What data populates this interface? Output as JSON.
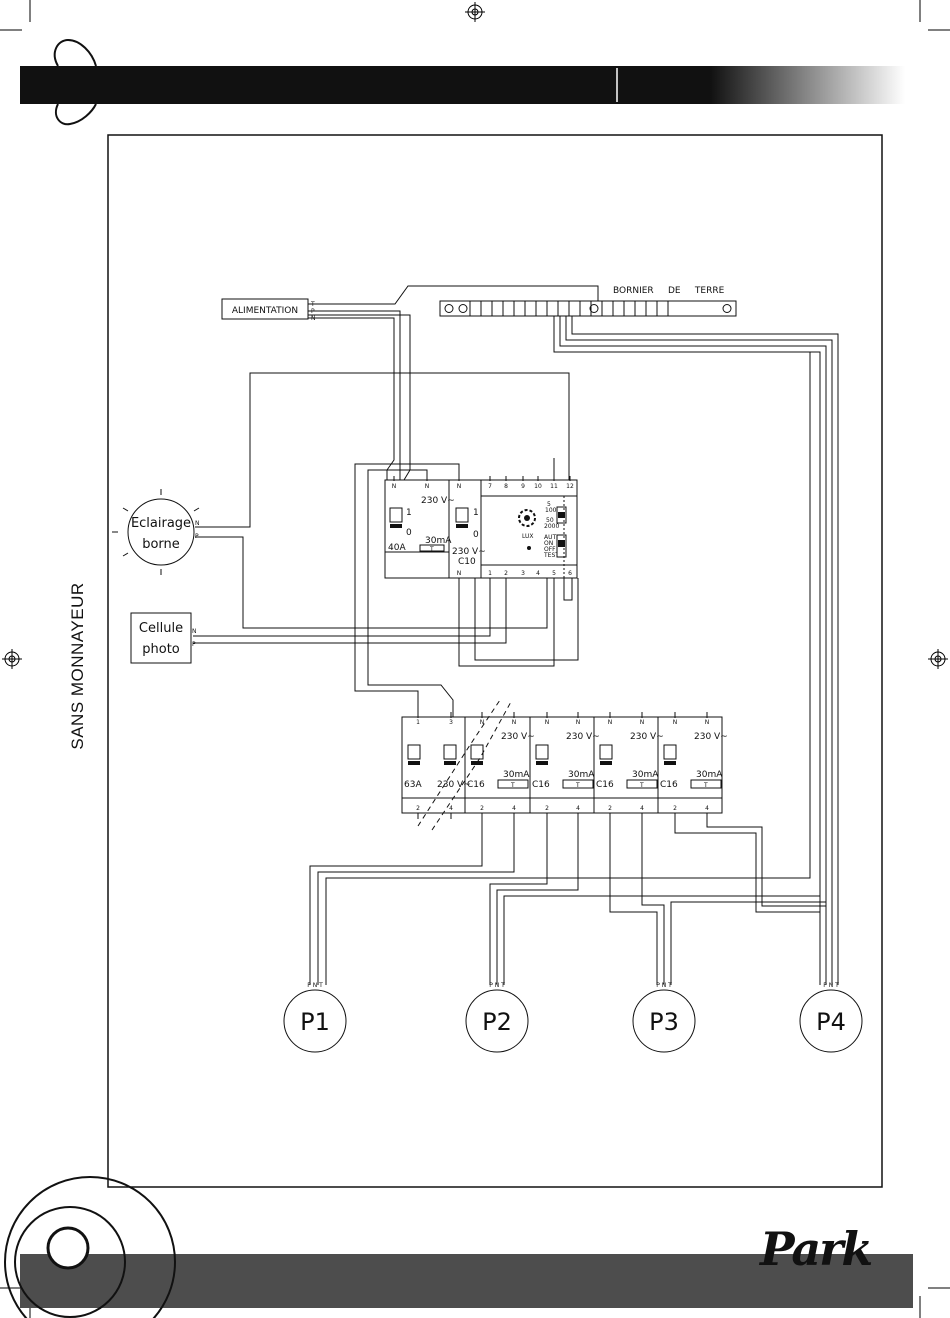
{
  "side_title": "SANS MONNAYEUR",
  "brand": "Park",
  "diagram": {
    "alimentation": {
      "label": "ALIMENTATION",
      "terminals": [
        "T",
        "P",
        "N"
      ]
    },
    "bornier": {
      "label": "BORNIER     DE     TERRE"
    },
    "eclairage": {
      "line1": "Eclairage",
      "line2": "borne",
      "terminals": [
        "N",
        "P"
      ]
    },
    "cellule": {
      "line1": "Cellule",
      "line2": "photo",
      "terminals": [
        "N",
        "P"
      ]
    },
    "upper_panel": {
      "top_terminals": [
        "N",
        "N",
        "N",
        "7",
        "8",
        "9",
        "10",
        "11",
        "12"
      ],
      "bottom_terminals": [
        "N",
        "1",
        "2",
        "3",
        "4",
        "5",
        "6"
      ],
      "main_voltage": "230 V~",
      "main_rating": "40A",
      "main_sens": "30mA",
      "main_test": "T",
      "breaker_voltage": "230 V~",
      "breaker_rating": "C10",
      "switch_on": "1",
      "switch_off": "0",
      "timer_label": "LUX",
      "timer_marks": [
        "5",
        "100",
        "50",
        "2000"
      ],
      "mode_marks": [
        "AUTO",
        "ON",
        "OFF",
        "TEST"
      ]
    },
    "lower_panel": {
      "top_terminals": [
        "1",
        "3",
        "N",
        "N",
        "N",
        "N",
        "N",
        "N",
        "N",
        "N"
      ],
      "bottom_terminals": [
        "2",
        "4",
        "2",
        "4",
        "2",
        "4",
        "2",
        "4",
        "2",
        "4"
      ],
      "main_rating": "63A",
      "main_voltage": "230 V~",
      "modules": [
        {
          "voltage": "230 V~",
          "rating": "C16",
          "sens": "30mA",
          "test": "T"
        },
        {
          "voltage": "230 V~",
          "rating": "C16",
          "sens": "30mA",
          "test": "T"
        },
        {
          "voltage": "230 V~",
          "rating": "C16",
          "sens": "30mA",
          "test": "T"
        },
        {
          "voltage": "230 V~",
          "rating": "C16",
          "sens": "30mA",
          "test": "T"
        }
      ]
    },
    "outputs": [
      {
        "label": "P1",
        "terminals": "P N T"
      },
      {
        "label": "P2",
        "terminals": "P N T"
      },
      {
        "label": "P3",
        "terminals": "P N T"
      },
      {
        "label": "P4",
        "terminals": "P N T"
      }
    ]
  }
}
